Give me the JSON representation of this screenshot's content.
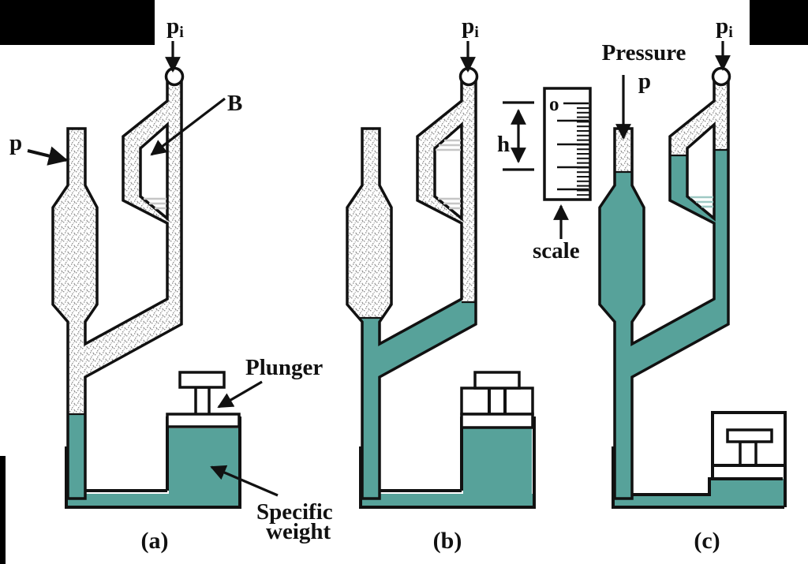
{
  "labels": {
    "pi_base": "p",
    "pi_sub": "i",
    "p": "p",
    "B": "B",
    "plunger": "Plunger",
    "specific_weight_line1": "Specific",
    "specific_weight_line2": "weight",
    "h": "h",
    "scale": "scale",
    "o": "o",
    "pressure_line1": "Pressure",
    "pressure_line2": "p"
  },
  "captions": {
    "a": "(a)",
    "b": "(b)",
    "c": "(c)"
  },
  "colors": {
    "fluid": "#57a29a",
    "fluid_faint": "#9fc9c4",
    "stipple_dot": "#8f8f8f",
    "meniscus_gray": "#c6c6c6",
    "ink": "#111111",
    "mask": "#000000"
  }
}
